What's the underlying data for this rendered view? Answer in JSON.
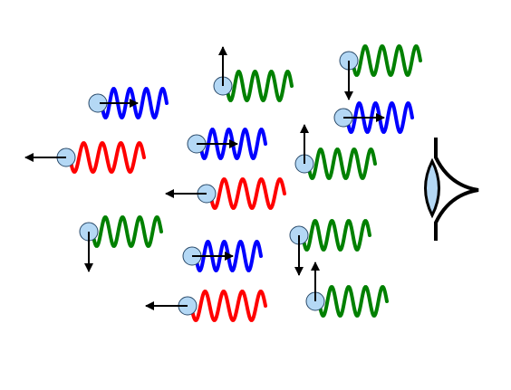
{
  "colors": {
    "red": "#ff0000",
    "green": "#008000",
    "blue": "#0000ff",
    "particle_fill": "#b4d8f5",
    "arrow": "#000000",
    "eye_stroke": "#000000",
    "eye_fill": "#b4d8f5"
  },
  "photons": [
    {
      "color": "blue",
      "arrow": "right"
    },
    {
      "color": "green",
      "arrow": "up"
    },
    {
      "color": "green",
      "arrow": "down"
    },
    {
      "color": "blue",
      "arrow": "right"
    },
    {
      "color": "red",
      "arrow": "left"
    },
    {
      "color": "blue",
      "arrow": "right"
    },
    {
      "color": "green",
      "arrow": "up"
    },
    {
      "color": "red",
      "arrow": "left"
    },
    {
      "color": "green",
      "arrow": "down"
    },
    {
      "color": "blue",
      "arrow": "right"
    },
    {
      "color": "green",
      "arrow": "down"
    },
    {
      "color": "red",
      "arrow": "left"
    },
    {
      "color": "green",
      "arrow": "up"
    }
  ],
  "eye": {
    "icon": "eye-icon"
  }
}
